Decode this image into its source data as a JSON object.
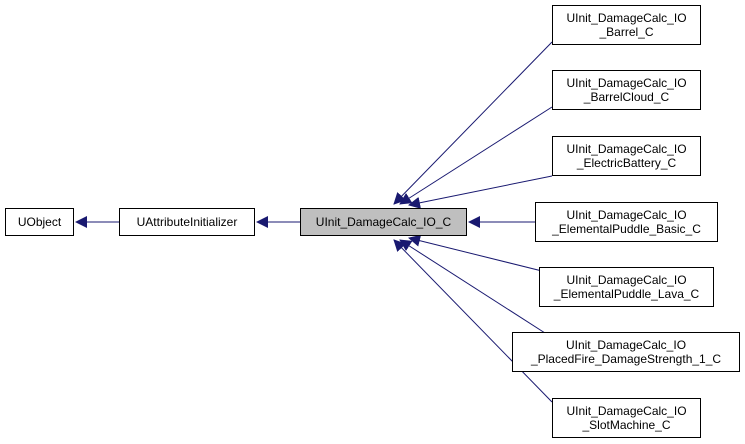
{
  "diagram": {
    "colors": {
      "edge": "#191970",
      "focus_fill": "#bfbfbf",
      "node_fill": "#ffffff",
      "node_border": "#000000"
    },
    "nodes": {
      "uobject": {
        "lines": [
          "UObject"
        ]
      },
      "uattribute": {
        "lines": [
          "UAttributeInitializer"
        ]
      },
      "focus": {
        "lines": [
          "UInit_DamageCalc_IO_C"
        ]
      },
      "barrel": {
        "lines": [
          "UInit_DamageCalc_IO",
          "_Barrel_C"
        ]
      },
      "barrelcloud": {
        "lines": [
          "UInit_DamageCalc_IO",
          "_BarrelCloud_C"
        ]
      },
      "battery": {
        "lines": [
          "UInit_DamageCalc_IO",
          "_ElectricBattery_C"
        ]
      },
      "puddlebasic": {
        "lines": [
          "UInit_DamageCalc_IO",
          "_ElementalPuddle_Basic_C"
        ]
      },
      "puddlelava": {
        "lines": [
          "UInit_DamageCalc_IO",
          "_ElementalPuddle_Lava_C"
        ]
      },
      "placedfire": {
        "lines": [
          "UInit_DamageCalc_IO",
          "_PlacedFire_DamageStrength_1_C"
        ]
      },
      "slotmachine": {
        "lines": [
          "UInit_DamageCalc_IO",
          "_SlotMachine_C"
        ]
      }
    },
    "edges": [
      {
        "from": "uattribute",
        "to": "uobject"
      },
      {
        "from": "focus",
        "to": "uattribute"
      },
      {
        "from": "barrel",
        "to": "focus"
      },
      {
        "from": "barrelcloud",
        "to": "focus"
      },
      {
        "from": "battery",
        "to": "focus"
      },
      {
        "from": "puddlebasic",
        "to": "focus"
      },
      {
        "from": "puddlelava",
        "to": "focus"
      },
      {
        "from": "placedfire",
        "to": "focus"
      },
      {
        "from": "slotmachine",
        "to": "focus"
      }
    ]
  }
}
